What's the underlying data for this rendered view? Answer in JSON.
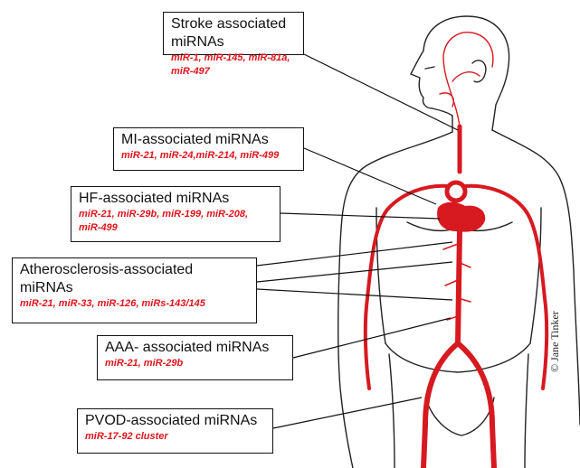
{
  "labels": {
    "stroke": {
      "title": "Stroke associated miRNAs",
      "mirnas": "miR-1, miR-145, miR-81a, miR-497"
    },
    "mi": {
      "title": "MI-associated miRNAs",
      "mirnas": "miR-21, miR-24,miR-214, miR-499"
    },
    "hf": {
      "title": "HF-associated miRNAs",
      "mirnas_line1": "miR-21, miR-29b, miR-199, miR-208,",
      "mirnas_line2": "miR-499"
    },
    "atherosclerosis": {
      "title_line1": "Atherosclerosis-associated",
      "title_line2": "miRNAs",
      "mirnas": "miR-21, miR-33, miR-126, miRs-143/145"
    },
    "aaa": {
      "title": "AAA- associated miRNAs",
      "mirnas": "miR-21, miR-29b"
    },
    "pvod": {
      "title": "PVOD-associated miRNAs",
      "mirnas": "miR-17-92 cluster"
    }
  },
  "credit": "© Jane Tinker",
  "colors": {
    "artery": "#d71920",
    "mirna_text": "#e0141c",
    "outline": "#111111"
  }
}
